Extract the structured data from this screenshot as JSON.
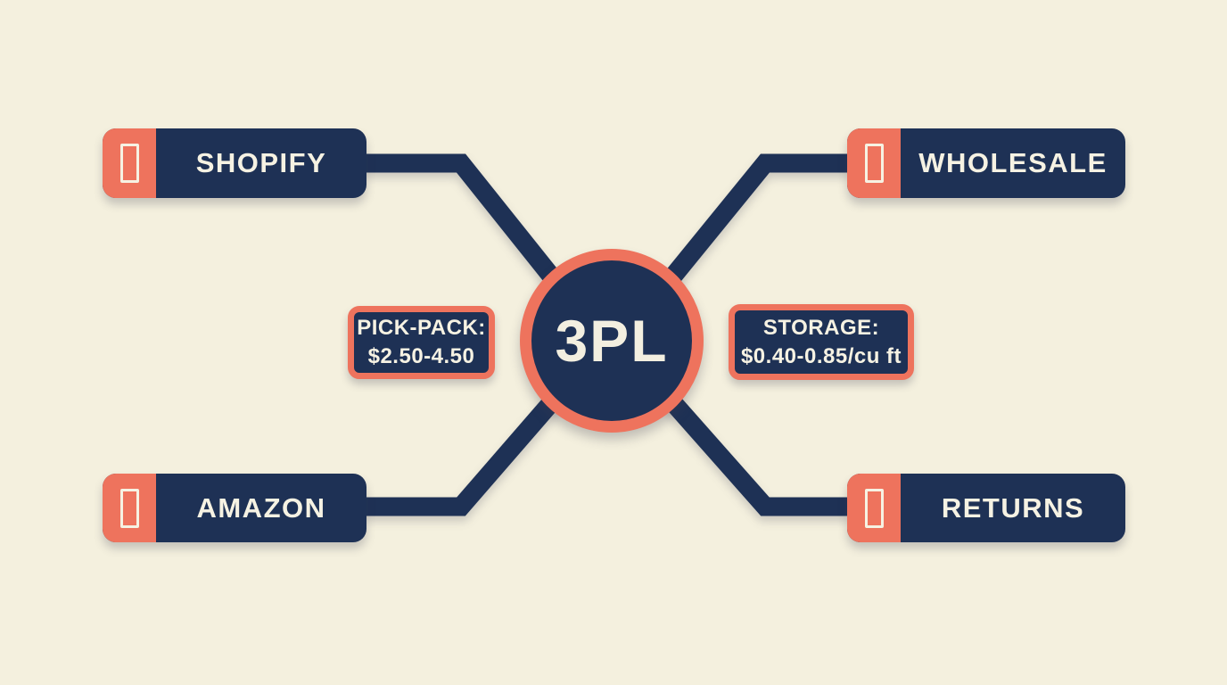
{
  "diagram": {
    "title": "3PL fulfillment hub diagram",
    "colors": {
      "background": "#f4f0de",
      "navy": "#1e3155",
      "coral": "#ee735d",
      "text_cream": "#f6f2e3"
    },
    "hub": {
      "label": "3PL"
    },
    "nodes": [
      {
        "id": "shopify",
        "label": "SHOPIFY",
        "position": "top-left",
        "icon": "placeholder-glyph-box"
      },
      {
        "id": "wholesale",
        "label": "WHOLESALE",
        "position": "top-right",
        "icon": "placeholder-glyph-box"
      },
      {
        "id": "amazon",
        "label": "AMAZON",
        "position": "bottom-left",
        "icon": "placeholder-glyph-box"
      },
      {
        "id": "returns",
        "label": "RETURNS",
        "position": "bottom-right",
        "icon": "placeholder-glyph-box"
      }
    ],
    "price_tags": [
      {
        "id": "pick-pack",
        "line1": "PICK-PACK:",
        "line2": "$2.50-4.50"
      },
      {
        "id": "storage",
        "line1": "STORAGE:",
        "line2": "$0.40-0.85/cu ft"
      }
    ]
  }
}
